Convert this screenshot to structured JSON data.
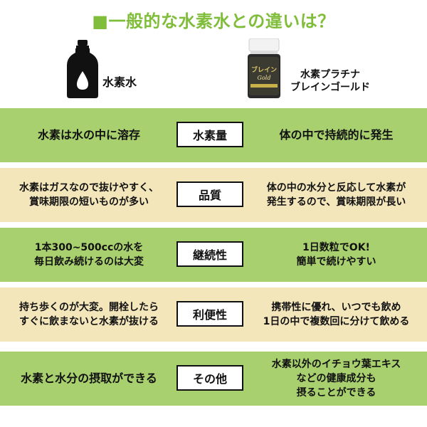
{
  "title": "■一般的な水素水との違いは？",
  "products": {
    "left": {
      "label": "水素水",
      "icon": "water-bottle-icon"
    },
    "right": {
      "label_line1": "水素プラチナ",
      "label_line2": "ブレインゴールド",
      "package_text_line1": "ブレイン",
      "package_text_line2": "Gold",
      "icon": "supplement-jar-icon"
    }
  },
  "rows": [
    {
      "category": "水素量",
      "left": [
        "水素は水の中に溶存"
      ],
      "right": [
        "体の中で持続的に発生"
      ]
    },
    {
      "category": "品質",
      "left": [
        "水素はガスなので抜けやすく、",
        "賞味期限の短いものが多い"
      ],
      "right": [
        "体の中の水分と反応して水素が",
        "発生するので、賞味期限が長い"
      ]
    },
    {
      "category": "継続性",
      "left": [
        "1本300~500ccの水を",
        "毎日飲み続けるのは大変"
      ],
      "right": [
        "1日数粒でOK!",
        "簡単で続けやすい"
      ]
    },
    {
      "category": "利便性",
      "left": [
        "持ち歩くのが大変。開栓したら",
        "すぐに飲まないと水素が抜ける"
      ],
      "right": [
        "携帯性に優れ、いつでも飲め",
        "1日の中で複数回に分けて飲める"
      ]
    },
    {
      "category": "その他",
      "left": [
        "水素と水分の摂取ができる"
      ],
      "right": [
        "水素以外のイチョウ葉エキス",
        "などの健康成分も",
        "摂ることができる"
      ]
    }
  ],
  "colors": {
    "title": "#7fbd3a",
    "row_green": "#a8d06e",
    "row_beige": "#f4e6bb",
    "box_border": "#111111"
  }
}
